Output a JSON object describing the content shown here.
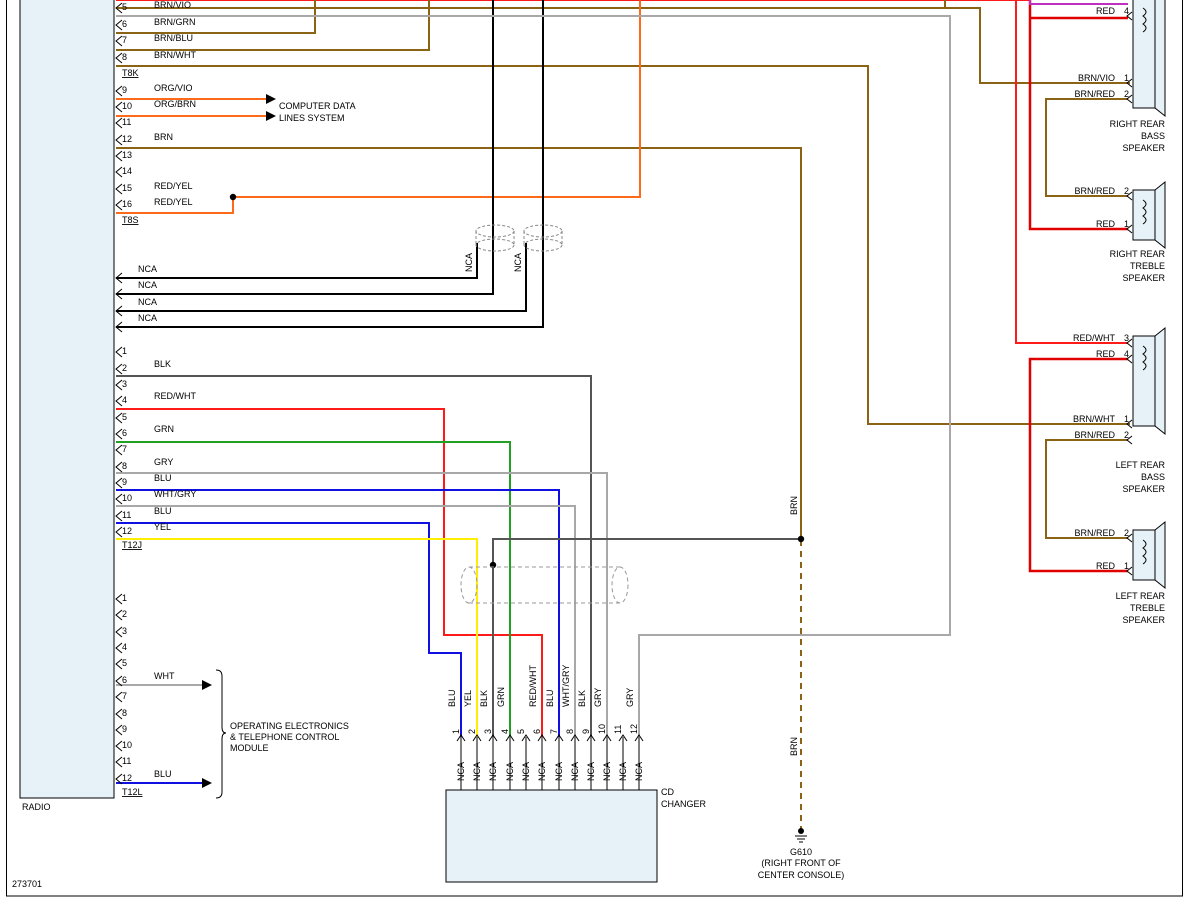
{
  "figure_id": "273701",
  "colors": {
    "brn": "#8a6414",
    "org": "#ff6a1a",
    "red": "#ff1a1a",
    "red_heavy": "#e00000",
    "blk": "#000000",
    "gry": "#a8a8a8",
    "grn": "#22a022",
    "blu": "#1010e0",
    "yel": "#ffee00",
    "vio": "#c030c0",
    "wht": "#c8c8c8",
    "component_fill": "#e6f2f8"
  },
  "radio": {
    "label": "RADIO",
    "connectors": [
      {
        "name": "T8K",
        "pins": [
          {
            "pin": "5",
            "wire": "BRN/VIO"
          },
          {
            "pin": "6",
            "wire": "BRN/GRN"
          },
          {
            "pin": "7",
            "wire": "BRN/BLU"
          },
          {
            "pin": "8",
            "wire": "BRN/WHT"
          }
        ]
      },
      {
        "name": "T8S",
        "pins": [
          {
            "pin": "9",
            "wire": "ORG/VIO"
          },
          {
            "pin": "10",
            "wire": "ORG/BRN"
          },
          {
            "pin": "11",
            "wire": ""
          },
          {
            "pin": "12",
            "wire": "BRN"
          },
          {
            "pin": "13",
            "wire": ""
          },
          {
            "pin": "14",
            "wire": ""
          },
          {
            "pin": "15",
            "wire": "RED/YEL"
          },
          {
            "pin": "16",
            "wire": "RED/YEL"
          }
        ]
      },
      {
        "name": "",
        "pins": [
          {
            "pin": "",
            "wire": "NCA"
          },
          {
            "pin": "",
            "wire": "NCA"
          },
          {
            "pin": "",
            "wire": "NCA"
          },
          {
            "pin": "",
            "wire": "NCA"
          }
        ]
      },
      {
        "name": "T12J",
        "pins": [
          {
            "pin": "1",
            "wire": ""
          },
          {
            "pin": "2",
            "wire": "BLK"
          },
          {
            "pin": "3",
            "wire": ""
          },
          {
            "pin": "4",
            "wire": "RED/WHT"
          },
          {
            "pin": "5",
            "wire": ""
          },
          {
            "pin": "6",
            "wire": "GRN"
          },
          {
            "pin": "7",
            "wire": ""
          },
          {
            "pin": "8",
            "wire": "GRY"
          },
          {
            "pin": "9",
            "wire": "BLU"
          },
          {
            "pin": "10",
            "wire": "WHT/GRY"
          },
          {
            "pin": "11",
            "wire": "BLU"
          },
          {
            "pin": "12",
            "wire": "YEL"
          }
        ]
      },
      {
        "name": "T12L",
        "pins": [
          {
            "pin": "1",
            "wire": ""
          },
          {
            "pin": "2",
            "wire": ""
          },
          {
            "pin": "3",
            "wire": ""
          },
          {
            "pin": "4",
            "wire": ""
          },
          {
            "pin": "5",
            "wire": ""
          },
          {
            "pin": "6",
            "wire": "WHT"
          },
          {
            "pin": "7",
            "wire": ""
          },
          {
            "pin": "8",
            "wire": ""
          },
          {
            "pin": "9",
            "wire": ""
          },
          {
            "pin": "10",
            "wire": ""
          },
          {
            "pin": "11",
            "wire": ""
          },
          {
            "pin": "12",
            "wire": "BLU"
          }
        ]
      }
    ]
  },
  "computer_data": {
    "line1": "COMPUTER DATA",
    "line2": "LINES SYSTEM"
  },
  "op_electronics": {
    "line1": "OPERATING ELECTRONICS",
    "line2": "& TELEPHONE CONTROL",
    "line3": "MODULE"
  },
  "shield_labels": [
    "NCA",
    "NCA"
  ],
  "speakers": [
    {
      "name_lines": [
        "RIGHT REAR",
        "BASS",
        "SPEAKER"
      ],
      "pins": [
        {
          "pin": "4",
          "wire": "RED"
        },
        {
          "pin": "1",
          "wire": "BRN/VIO"
        },
        {
          "pin": "2",
          "wire": "BRN/RED"
        }
      ]
    },
    {
      "name_lines": [
        "RIGHT REAR",
        "TREBLE",
        "SPEAKER"
      ],
      "pins": [
        {
          "pin": "2",
          "wire": "BRN/RED"
        },
        {
          "pin": "1",
          "wire": "RED"
        }
      ]
    },
    {
      "name_lines": [
        "LEFT REAR",
        "BASS",
        "SPEAKER"
      ],
      "pins": [
        {
          "pin": "3",
          "wire": "RED/WHT"
        },
        {
          "pin": "4",
          "wire": "RED"
        },
        {
          "pin": "1",
          "wire": "BRN/WHT"
        },
        {
          "pin": "2",
          "wire": "BRN/RED"
        }
      ]
    },
    {
      "name_lines": [
        "LEFT REAR",
        "TREBLE",
        "SPEAKER"
      ],
      "pins": [
        {
          "pin": "2",
          "wire": "BRN/RED"
        },
        {
          "pin": "1",
          "wire": "RED"
        }
      ]
    }
  ],
  "cd_changer": {
    "line1": "CD",
    "line2": "CHANGER",
    "pins": [
      {
        "pin": "1",
        "wire": "BLU",
        "nca": "NCA"
      },
      {
        "pin": "2",
        "wire": "YEL",
        "nca": "NCA"
      },
      {
        "pin": "3",
        "wire": "BLK",
        "nca": "NCA"
      },
      {
        "pin": "4",
        "wire": "GRN",
        "nca": "NCA"
      },
      {
        "pin": "5",
        "wire": "",
        "nca": "NCA"
      },
      {
        "pin": "6",
        "wire": "RED/WHT",
        "nca": "NCA"
      },
      {
        "pin": "7",
        "wire": "BLU",
        "nca": "NCA"
      },
      {
        "pin": "8",
        "wire": "WHT/GRY",
        "nca": "NCA"
      },
      {
        "pin": "9",
        "wire": "BLK",
        "nca": "NCA"
      },
      {
        "pin": "10",
        "wire": "GRY",
        "nca": "NCA"
      },
      {
        "pin": "11",
        "wire": "",
        "nca": "NCA"
      },
      {
        "pin": "12",
        "wire": "GRY",
        "nca": "NCA"
      }
    ]
  },
  "ground": {
    "wire_upper": "BRN",
    "wire_lower": "BRN",
    "id": "G610",
    "location_line1": "(RIGHT FRONT OF",
    "location_line2": "CENTER CONSOLE)"
  }
}
